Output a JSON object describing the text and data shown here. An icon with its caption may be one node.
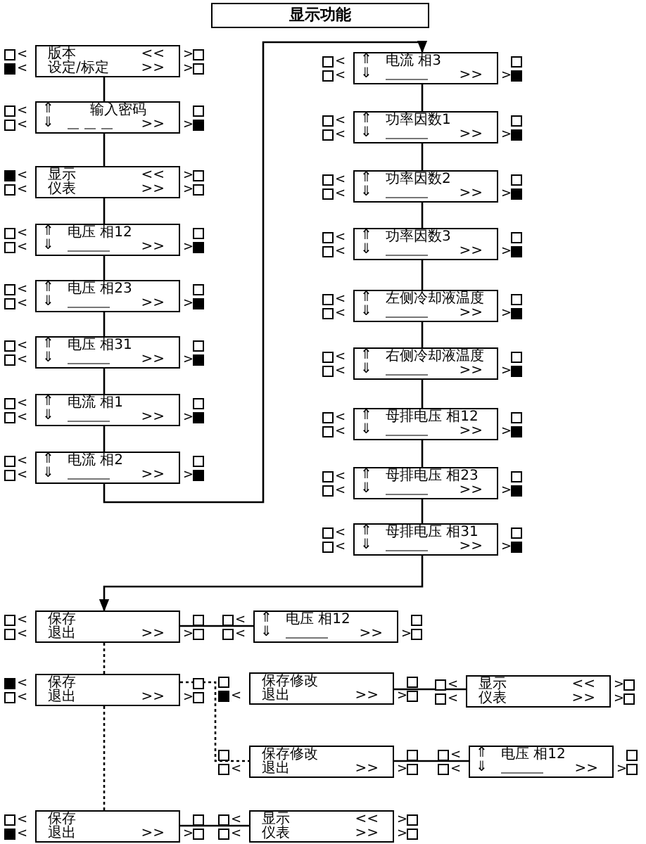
{
  "diagram": {
    "title": "显示功能",
    "nodes": [
      {
        "text": [
          "版本",
          "<<",
          "设定/标定",
          ">>"
        ],
        "beside": [
          "<",
          "<",
          ">",
          ">"
        ]
      },
      {
        "text": [
          "⇑",
          "输入密码",
          "⇓",
          ">>"
        ],
        "beside": [
          "<",
          "<",
          ">"
        ]
      },
      {
        "text": [
          "显示",
          "<<",
          "仪表",
          ">>"
        ],
        "beside": [
          "<",
          "<",
          ">",
          ">"
        ]
      },
      {
        "text": [
          "⇑",
          "电压 相12",
          "⇓",
          ">>"
        ],
        "beside": [
          "<",
          "<",
          ">"
        ]
      },
      {
        "text": [
          "⇑",
          "电压 相23",
          "⇓",
          ">>"
        ],
        "beside": [
          "<",
          "<",
          ">"
        ]
      },
      {
        "text": [
          "⇑",
          "电压 相31",
          "⇓",
          ">>"
        ],
        "beside": [
          "<",
          "<",
          ">"
        ]
      },
      {
        "text": [
          "⇑",
          "电流 相1",
          "⇓",
          ">>"
        ],
        "beside": [
          "<",
          "<",
          ">"
        ]
      },
      {
        "text": [
          "⇑",
          "电流 相2",
          "⇓",
          ">>"
        ],
        "beside": [
          "<",
          "<",
          ">"
        ]
      },
      {
        "text": [
          "⇑",
          "电流 相3",
          "⇓",
          ">>"
        ],
        "beside": [
          "<",
          "<",
          ">"
        ]
      },
      {
        "text": [
          "⇑",
          "功率因数1",
          "⇓",
          ">>"
        ],
        "beside": [
          "<",
          "<",
          ">"
        ]
      },
      {
        "text": [
          "⇑",
          "功率因数2",
          "⇓",
          ">>"
        ],
        "beside": [
          "<",
          "<",
          ">"
        ]
      },
      {
        "text": [
          "⇑",
          "功率因数3",
          "⇓",
          ">>"
        ],
        "beside": [
          "<",
          "<",
          ">"
        ]
      },
      {
        "text": [
          "⇑",
          "左侧冷却液温度",
          "⇓",
          ">>"
        ],
        "beside": [
          "<",
          "<",
          ">"
        ]
      },
      {
        "text": [
          "⇑",
          "右侧冷却液温度",
          "⇓",
          ">>"
        ],
        "beside": [
          "<",
          "<",
          ">"
        ]
      },
      {
        "text": [
          "⇑",
          "母排电压 相12",
          "⇓",
          ">>"
        ],
        "beside": [
          "<",
          "<",
          ">"
        ]
      },
      {
        "text": [
          "⇑",
          "母排电压 相23",
          "⇓",
          ">>"
        ],
        "beside": [
          "<",
          "<",
          ">"
        ]
      },
      {
        "text": [
          "⇑",
          "母排电压 相31",
          "⇓",
          ">>"
        ],
        "beside": [
          "<",
          "<",
          ">"
        ]
      },
      {
        "text": [
          "保存",
          "退出",
          ">>"
        ],
        "beside": [
          "<",
          "<",
          ">"
        ]
      },
      {
        "text": [
          "⇑",
          "电压 相12",
          "⇓",
          ">>"
        ],
        "beside": [
          "<",
          "<",
          ">"
        ]
      },
      {
        "text": [
          "保存",
          "退出",
          ">>"
        ],
        "beside": [
          "<",
          "<",
          ">"
        ]
      },
      {
        "text": [
          "保存修改",
          "退出",
          ">>"
        ],
        "beside": [
          "<",
          ">"
        ]
      },
      {
        "text": [
          "显示",
          "<<",
          "仪表",
          ">>"
        ],
        "beside": [
          "<",
          "<",
          ">",
          ">"
        ]
      },
      {
        "text": [
          "保存修改",
          "退出",
          ">>"
        ],
        "beside": [
          "<",
          ">"
        ]
      },
      {
        "text": [
          "⇑",
          "电压 相12",
          "⇓",
          ">>"
        ],
        "beside": [
          "<",
          "<",
          ">"
        ]
      },
      {
        "text": [
          "保存",
          "退出",
          ">>"
        ],
        "beside": [
          "<",
          "<",
          ">"
        ]
      },
      {
        "text": [
          "显示",
          "<<",
          "仪表",
          ">>"
        ],
        "beside": [
          "<",
          "<",
          ">",
          ">"
        ]
      }
    ],
    "edges": [
      {
        "from": 0,
        "to": 1,
        "arrow": "none"
      },
      {
        "from": 1,
        "to": 2,
        "arrow": "none"
      },
      {
        "from": 2,
        "to": 3,
        "arrow": "none"
      },
      {
        "from": 3,
        "to": 4,
        "arrow": "none"
      },
      {
        "from": 4,
        "to": 5,
        "arrow": "none"
      },
      {
        "from": 5,
        "to": 6,
        "arrow": "none"
      },
      {
        "from": 6,
        "to": 7,
        "arrow": "none"
      },
      {
        "from": 7,
        "to": 8,
        "arrow": "to"
      },
      {
        "from": 8,
        "to": 9,
        "arrow": "none"
      },
      {
        "from": 9,
        "to": 10,
        "arrow": "none"
      },
      {
        "from": 10,
        "to": 11,
        "arrow": "none"
      },
      {
        "from": 11,
        "to": 12,
        "arrow": "none"
      },
      {
        "from": 12,
        "to": 13,
        "arrow": "none"
      },
      {
        "from": 13,
        "to": 14,
        "arrow": "none"
      },
      {
        "from": 14,
        "to": 15,
        "arrow": "none"
      },
      {
        "from": 15,
        "to": 16,
        "arrow": "none"
      },
      {
        "from": 16,
        "to": 17,
        "arrow": "to"
      },
      {
        "from": 17,
        "to": 18,
        "arrow": "none"
      },
      {
        "from": 17,
        "to": 19,
        "arrow": "none",
        "style": "dashed"
      },
      {
        "from": 19,
        "to": 24,
        "arrow": "none",
        "style": "dashed"
      },
      {
        "from": 19,
        "to": 22,
        "arrow": "none",
        "style": "dashed"
      },
      {
        "from": 20,
        "to": 21,
        "arrow": "none"
      },
      {
        "from": 22,
        "to": 23,
        "arrow": "none"
      },
      {
        "from": 24,
        "to": 25,
        "arrow": "none"
      }
    ]
  }
}
